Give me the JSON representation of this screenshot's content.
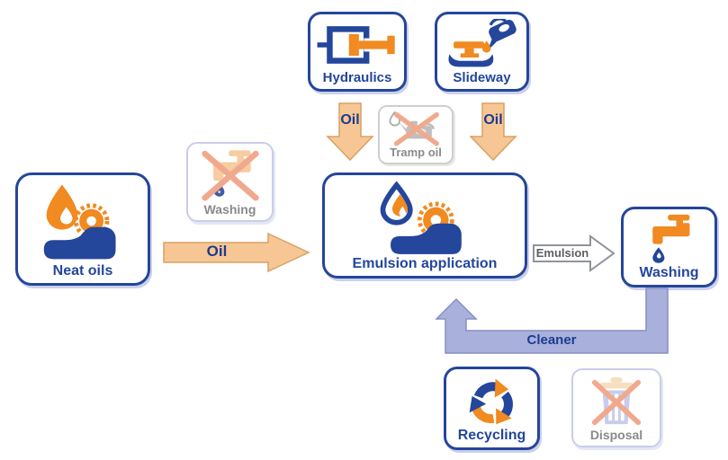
{
  "boxes": {
    "hydraulics": {
      "label": "Hydraulics",
      "icon": "hydraulic-cylinder-icon",
      "state": "active"
    },
    "slideway": {
      "label": "Slideway",
      "icon": "oil-can-pouring-icon",
      "state": "active"
    },
    "tramp_oil": {
      "label": "Tramp oil",
      "icon": "no-tramp-oil-can-icon",
      "state": "crossed-out"
    },
    "washing_upstream": {
      "label": "Washing",
      "icon": "no-washing-faucet-icon",
      "state": "crossed-out"
    },
    "neat_oils": {
      "label": "Neat oils",
      "icon": "oil-drop-gear-machine-icon",
      "state": "active"
    },
    "emulsion_application": {
      "label": "Emulsion application",
      "icon": "emulsion-drop-gear-machine-icon",
      "state": "active"
    },
    "washing": {
      "label": "Washing",
      "icon": "faucet-drop-icon",
      "state": "active"
    },
    "recycling": {
      "label": "Recycling",
      "icon": "recycling-arrows-icon",
      "state": "active"
    },
    "disposal": {
      "label": "Disposal",
      "icon": "no-disposal-trash-icon",
      "state": "crossed-out"
    }
  },
  "arrows": {
    "oil_from_hydraulics": {
      "label": "Oil",
      "direction": "down"
    },
    "oil_from_slideway": {
      "label": "Oil",
      "direction": "down"
    },
    "oil_from_neat_oils": {
      "label": "Oil",
      "direction": "right"
    },
    "emulsion_to_washing": {
      "label": "Emulsion",
      "direction": "right"
    },
    "cleaner_return": {
      "label": "Cleaner",
      "direction": "left-then-up"
    }
  },
  "colors": {
    "navy": "#24469B",
    "orange": "#F08A21",
    "peach_arrow_fill": "#F6C795",
    "peach_arrow_border": "#D9A163",
    "salmon_cross": "#F1A98D",
    "periwinkle_arrow_fill": "#A9B0DB",
    "periwinkle_arrow_border": "#868FC4",
    "light_box_border": "#C9CDE9",
    "gray_box_border": "#CFCFCF",
    "gray_text": "#8A8A8A",
    "emulsion_arrow_border": "#8F939C",
    "emulsion_arrow_text": "#5E5E5E",
    "background": "#FFFFFF"
  }
}
